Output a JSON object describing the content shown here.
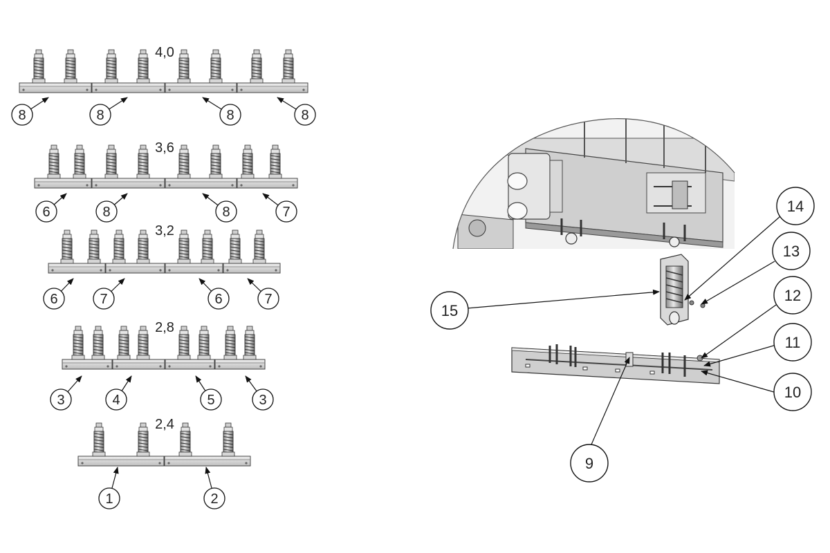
{
  "diagram": {
    "rows": [
      {
        "label": "4,0",
        "parts": [
          "8",
          "8",
          "8",
          "8"
        ]
      },
      {
        "label": "3,6",
        "parts": [
          "6",
          "8",
          "8",
          "7"
        ]
      },
      {
        "label": "3,2",
        "parts": [
          "6",
          "7",
          "6",
          "7"
        ]
      },
      {
        "label": "2,8",
        "parts": [
          "3",
          "4",
          "5",
          "3"
        ]
      },
      {
        "label": "2,4",
        "parts": [
          "1",
          "2"
        ]
      }
    ],
    "assembly_callouts": [
      "15",
      "14",
      "13",
      "12",
      "11",
      "10",
      "9"
    ]
  }
}
